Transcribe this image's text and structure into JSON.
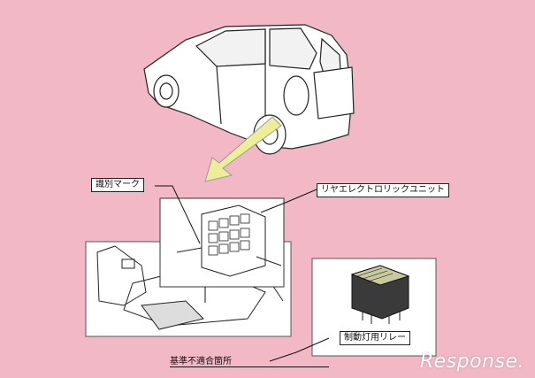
{
  "labels": {
    "identification_mark": "識別マーク",
    "rear_electric_unit": "リヤエレクトロリックユニット",
    "brake_light_relay": "制動灯用リレー",
    "nonconforming_location": "基準不適合箇所"
  },
  "watermark": "Response."
}
